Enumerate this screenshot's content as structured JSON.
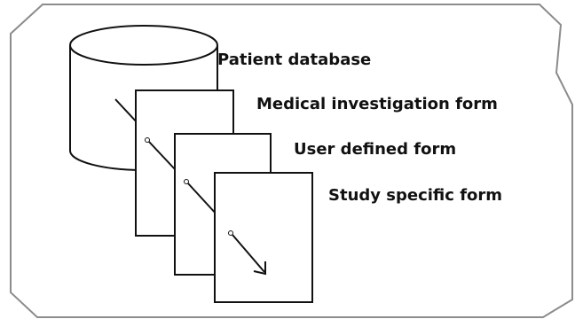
{
  "labels": {
    "patient_database": "Patient database",
    "medical_investigation_form": "Medical investigation form",
    "user_defined_form": "User defined form",
    "study_specific_form": "Study specific form"
  },
  "colors": {
    "frame_stroke": "#8c8c8c",
    "shape_stroke": "#111111",
    "fill": "#ffffff"
  },
  "icons": {
    "database": "cylinder",
    "form": "document-sheet",
    "flow": "diagonal-arrow"
  }
}
